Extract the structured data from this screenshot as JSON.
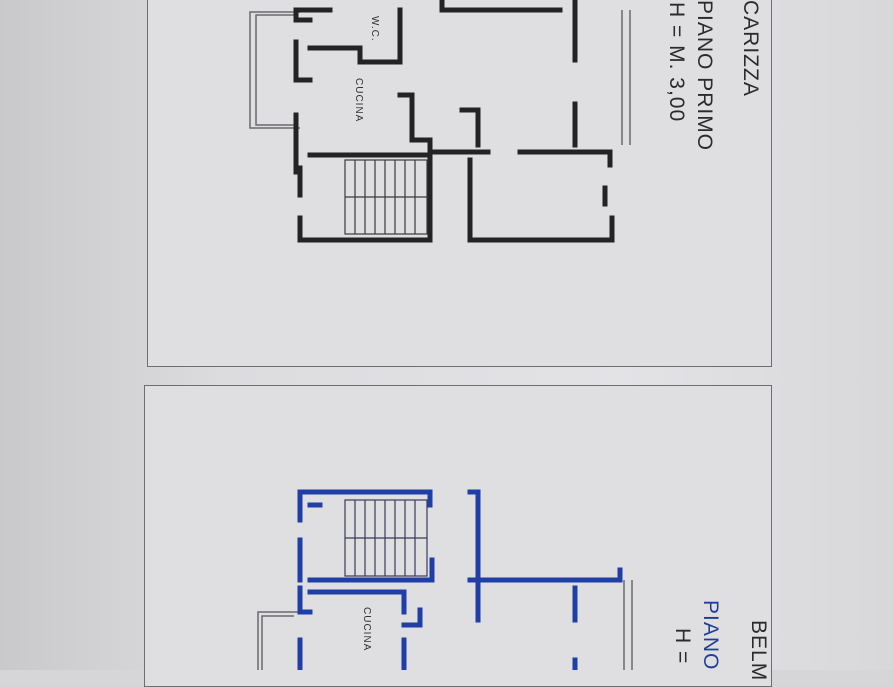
{
  "top_plan": {
    "title_fragment": "CARIZZA",
    "subtitle": "PIANO PRIMO",
    "height_label": "H = M. 3,00",
    "room_wc": "W.C.",
    "room_kitchen": "CUCINA",
    "wall_color": "#232325"
  },
  "bottom_plan": {
    "title_fragment": "BELM",
    "subtitle": "PIANO",
    "height_label": "H =",
    "room_kitchen": "CUCINA",
    "wall_color": "#1f3fa6"
  }
}
